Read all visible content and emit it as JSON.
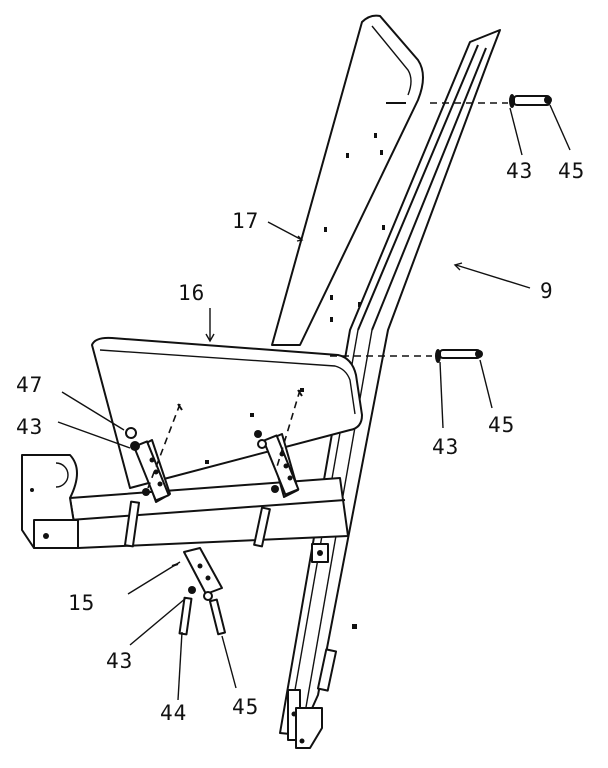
{
  "figure": {
    "callouts": [
      {
        "id": "c17",
        "label": "17"
      },
      {
        "id": "c16",
        "label": "16"
      },
      {
        "id": "c9",
        "label": "9"
      },
      {
        "id": "c47",
        "label": "47"
      },
      {
        "id": "c43a",
        "label": "43"
      },
      {
        "id": "c43b",
        "label": "43"
      },
      {
        "id": "c45a",
        "label": "45"
      },
      {
        "id": "c43c",
        "label": "43"
      },
      {
        "id": "c45b",
        "label": "45"
      },
      {
        "id": "c15",
        "label": "15"
      },
      {
        "id": "c43d",
        "label": "43"
      },
      {
        "id": "c44",
        "label": "44"
      },
      {
        "id": "c45c",
        "label": "45"
      }
    ]
  }
}
